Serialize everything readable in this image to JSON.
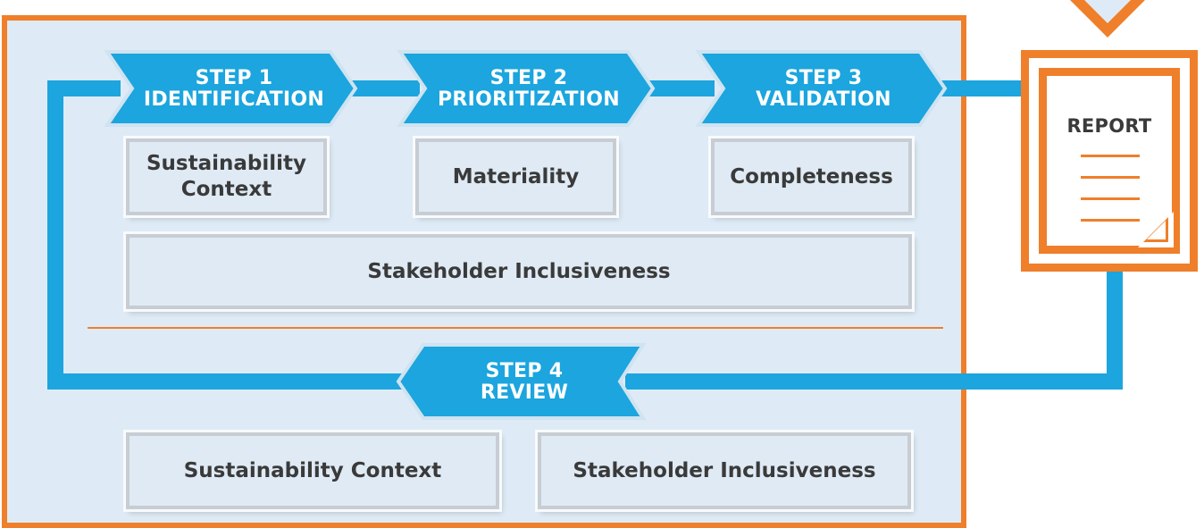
{
  "colors": {
    "accent": "#ef7f2a",
    "connector": "#1ca5de",
    "panel": "#deebf6",
    "box_text": "#3a3a3a"
  },
  "steps": [
    {
      "line1": "STEP 1",
      "line2": "IDENTIFICATION"
    },
    {
      "line1": "STEP 2",
      "line2": "PRIORITIZATION"
    },
    {
      "line1": "STEP 3",
      "line2": "VALIDATION"
    },
    {
      "line1": "STEP 4",
      "line2": "REVIEW"
    }
  ],
  "boxes": {
    "sustainability_context": "Sustainability Context",
    "materiality": "Materiality",
    "completeness": "Completeness",
    "stakeholder_inclusiveness": "Stakeholder Inclusiveness",
    "review_sustainability_context": "Sustainability Context",
    "review_stakeholder_inclusiveness": "Stakeholder Inclusiveness"
  },
  "report": {
    "title": "REPORT"
  }
}
